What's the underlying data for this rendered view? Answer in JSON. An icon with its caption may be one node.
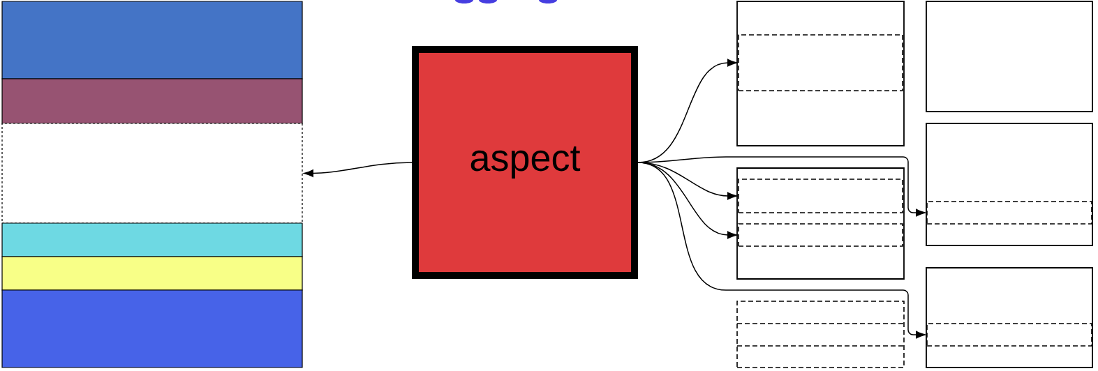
{
  "diagram": {
    "nodes": [
      {
        "text": [
          "aspect"
        ]
      },
      {
        "text": [],
        "shape": "box"
      },
      {
        "text": [],
        "shape": "box"
      },
      {
        "text": [],
        "shape": "box"
      },
      {
        "text": [],
        "shape": "box"
      },
      {
        "text": [],
        "shape": "box"
      },
      {
        "text": [],
        "shape": "box"
      },
      {
        "text": [],
        "shape": "box"
      },
      {
        "text": [],
        "shape": "box",
        "in": 7
      },
      {
        "text": [],
        "shape": "box"
      },
      {
        "text": [],
        "shape": "box",
        "in": 9
      },
      {
        "text": [],
        "shape": "box",
        "in": 9
      },
      {
        "text": [],
        "shape": "box"
      },
      {
        "text": [],
        "shape": "box"
      },
      {
        "text": [],
        "shape": "box"
      },
      {
        "text": [],
        "shape": "box",
        "in": 14
      },
      {
        "text": [],
        "shape": "box"
      },
      {
        "text": [],
        "shape": "box",
        "in": 16
      }
    ],
    "edges": [
      {
        "from": 0,
        "to": 3,
        "arrow": "to"
      },
      {
        "from": 0,
        "to": 8,
        "arrow": "to"
      },
      {
        "from": 0,
        "to": 10,
        "arrow": "to"
      },
      {
        "from": 0,
        "to": 11,
        "arrow": "to"
      },
      {
        "from": 0,
        "to": 15,
        "arrow": "to"
      },
      {
        "from": 0,
        "to": 17,
        "arrow": "to"
      }
    ]
  }
}
